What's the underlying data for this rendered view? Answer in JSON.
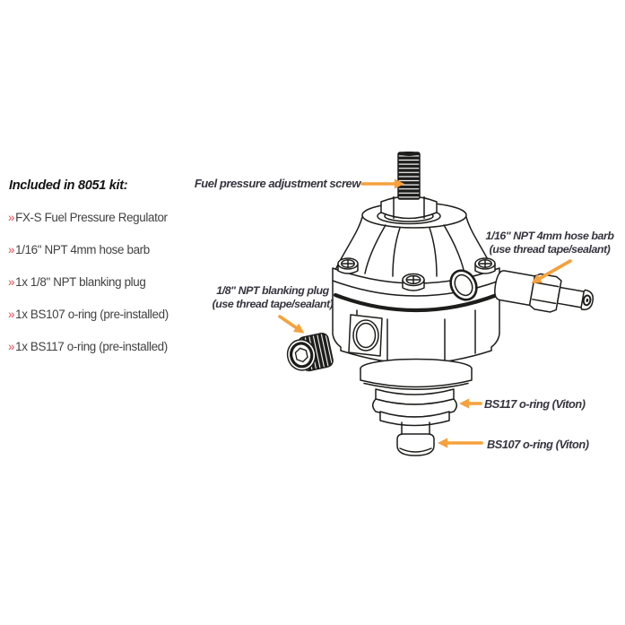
{
  "page": {
    "background": "#ffffff"
  },
  "kit_list": {
    "heading": "Included in 8051 kit:",
    "bullet": "»",
    "items": [
      "FX-S Fuel Pressure Regulator",
      "1/16\" NPT 4mm hose barb",
      "1x 1/8\" NPT blanking plug",
      "1x BS107 o-ring (pre-installed)",
      "1x BS117 o-ring (pre-installed)"
    ]
  },
  "diagram": {
    "callouts": {
      "adjustment_screw": {
        "label": "Fuel pressure adjustment screw"
      },
      "hose_barb": {
        "label": "1/16\" NPT 4mm hose barb",
        "label2": "(use thread tape/sealant)"
      },
      "blanking_plug": {
        "label": "1/8\" NPT blanking plug",
        "label2": "(use thread tape/sealant)"
      },
      "bs117": {
        "label": "BS117 o-ring (Viton)"
      },
      "bs107": {
        "label": "BS107 o-ring (Viton)"
      }
    },
    "colors": {
      "arrow_orange": "#F6A13B",
      "line_black": "#1d1d1b",
      "label_text": "#36353F",
      "bullet_red": "#E8474D",
      "list_text": "#414141"
    }
  }
}
